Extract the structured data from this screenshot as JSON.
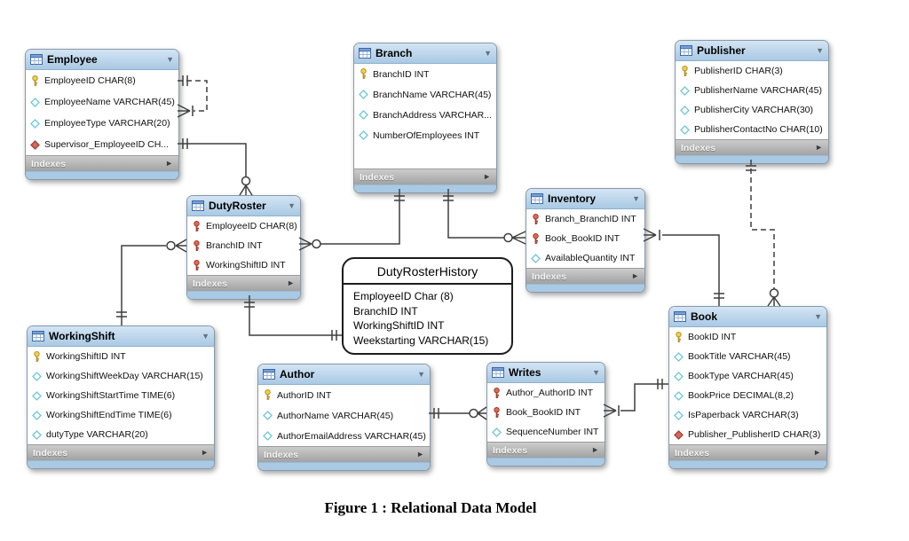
{
  "caption": "Figure 1 : Relational Data Model",
  "footer_label": "Indexes",
  "glyphs": {
    "collapse": "▼",
    "footer_expand": "►"
  },
  "colors": {
    "header_blue": "#a9c9e4",
    "footer_gray": "#b5b5b5",
    "key_yellow": "#f0d24a",
    "key_red": "#e06a55",
    "diamond_teal": "#6ec6d8",
    "diamond_red": "#d5695b",
    "line": "#3f3f3f"
  },
  "tables": [
    {
      "id": "employee",
      "title": "Employee",
      "fields": [
        {
          "icon": "pk",
          "text": "EmployeeID CHAR(8)"
        },
        {
          "icon": "attr",
          "text": "EmployeeName VARCHAR(45)"
        },
        {
          "icon": "attr",
          "text": "EmployeeType VARCHAR(20)"
        },
        {
          "icon": "fk",
          "text": "Supervisor_EmployeeID CH..."
        }
      ]
    },
    {
      "id": "branch",
      "title": "Branch",
      "fields": [
        {
          "icon": "pk",
          "text": "BranchID INT"
        },
        {
          "icon": "attr",
          "text": "BranchName VARCHAR(45)"
        },
        {
          "icon": "attr",
          "text": "BranchAddress VARCHAR..."
        },
        {
          "icon": "attr",
          "text": "NumberOfEmployees INT"
        }
      ]
    },
    {
      "id": "publisher",
      "title": "Publisher",
      "fields": [
        {
          "icon": "pk",
          "text": "PublisherID CHAR(3)"
        },
        {
          "icon": "attr",
          "text": "PublisherName VARCHAR(45)"
        },
        {
          "icon": "attr",
          "text": "PublisherCity VARCHAR(30)"
        },
        {
          "icon": "attr",
          "text": "PublisherContactNo CHAR(10)"
        }
      ]
    },
    {
      "id": "dutyroster",
      "title": "DutyRoster",
      "fields": [
        {
          "icon": "pkfk",
          "text": "EmployeeID CHAR(8)"
        },
        {
          "icon": "pkfk",
          "text": "BranchID INT"
        },
        {
          "icon": "pkfk",
          "text": "WorkingShiftID INT"
        }
      ]
    },
    {
      "id": "inventory",
      "title": "Inventory",
      "fields": [
        {
          "icon": "pkfk",
          "text": "Branch_BranchID INT"
        },
        {
          "icon": "pkfk",
          "text": "Book_BookID INT"
        },
        {
          "icon": "attr",
          "text": "AvailableQuantity INT"
        }
      ]
    },
    {
      "id": "workingshift",
      "title": "WorkingShift",
      "fields": [
        {
          "icon": "pk",
          "text": "WorkingShiftID INT"
        },
        {
          "icon": "attr",
          "text": "WorkingShiftWeekDay VARCHAR(15)"
        },
        {
          "icon": "attr",
          "text": "WorkingShiftStartTime TIME(6)"
        },
        {
          "icon": "attr",
          "text": "WorkingShiftEndTime TIME(6)"
        },
        {
          "icon": "attr",
          "text": "dutyType VARCHAR(20)"
        }
      ]
    },
    {
      "id": "author",
      "title": "Author",
      "fields": [
        {
          "icon": "pk",
          "text": "AuthorID INT"
        },
        {
          "icon": "attr",
          "text": "AuthorName VARCHAR(45)"
        },
        {
          "icon": "attr",
          "text": "AuthorEmailAddress VARCHAR(45)"
        }
      ]
    },
    {
      "id": "writes",
      "title": "Writes",
      "fields": [
        {
          "icon": "pkfk",
          "text": "Author_AuthorID INT"
        },
        {
          "icon": "pkfk",
          "text": "Book_BookID INT"
        },
        {
          "icon": "attr",
          "text": "SequenceNumber INT"
        }
      ]
    },
    {
      "id": "book",
      "title": "Book",
      "fields": [
        {
          "icon": "pk",
          "text": "BookID INT"
        },
        {
          "icon": "attr",
          "text": "BookTitle VARCHAR(45)"
        },
        {
          "icon": "attr",
          "text": "BookType VARCHAR(45)"
        },
        {
          "icon": "attr",
          "text": "BookPrice DECIMAL(8,2)"
        },
        {
          "icon": "attr",
          "text": "IsPaperback VARCHAR(3)"
        },
        {
          "icon": "fk",
          "text": "Publisher_PublisherID CHAR(3)"
        }
      ]
    }
  ],
  "history_box": {
    "title": "DutyRosterHistory",
    "fields": [
      "EmployeeID Char (8)",
      "BranchID INT",
      "WorkingShiftID INT",
      "Weekstarting VARCHAR(15)"
    ]
  }
}
